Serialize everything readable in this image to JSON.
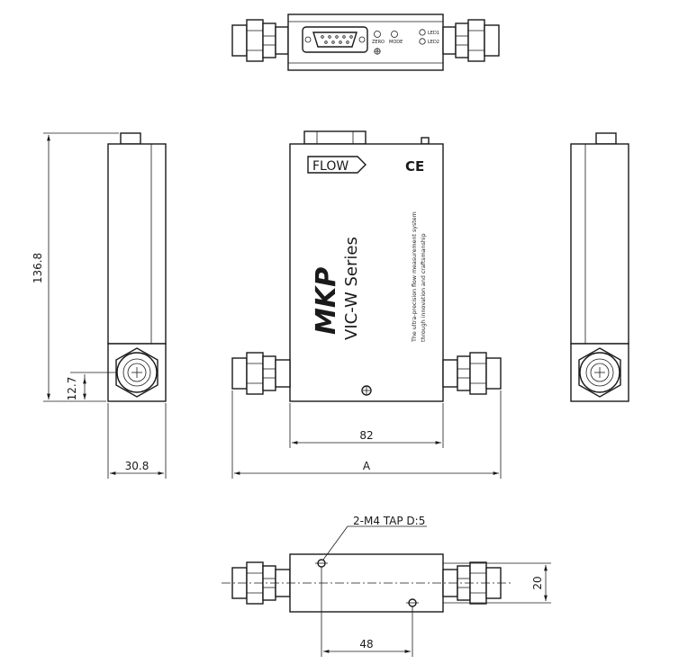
{
  "top_view": {
    "labels": {
      "zero": "ZERO",
      "mode": "MODE",
      "led1": "LED1",
      "led2": "LED2"
    }
  },
  "front_view": {
    "flow_label": "FLOW",
    "ce_mark": "CE",
    "brand": "MKP",
    "series": "VIC-W Series",
    "tagline_1": "The ultra-precision flow measurement system",
    "tagline_2": "through innovation and craftsmanship"
  },
  "dimensions": {
    "height": "136.8",
    "port_height": "12.7",
    "depth": "30.8",
    "body_length": "82",
    "total_length": "A",
    "mount_spacing": "48",
    "mount_width": "20",
    "tap_note": "2-M4 TAP D:5"
  },
  "icons": [
    "d-sub-connector-icon",
    "screw-icon",
    "fitting-icon"
  ]
}
